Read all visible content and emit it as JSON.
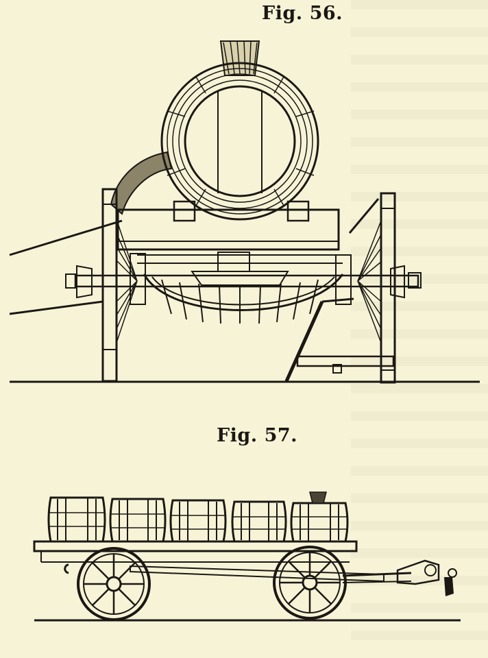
{
  "figures": [
    {
      "id": "fig-56",
      "caption": "Fig. 56."
    },
    {
      "id": "fig-57",
      "caption": "Fig. 57."
    }
  ]
}
